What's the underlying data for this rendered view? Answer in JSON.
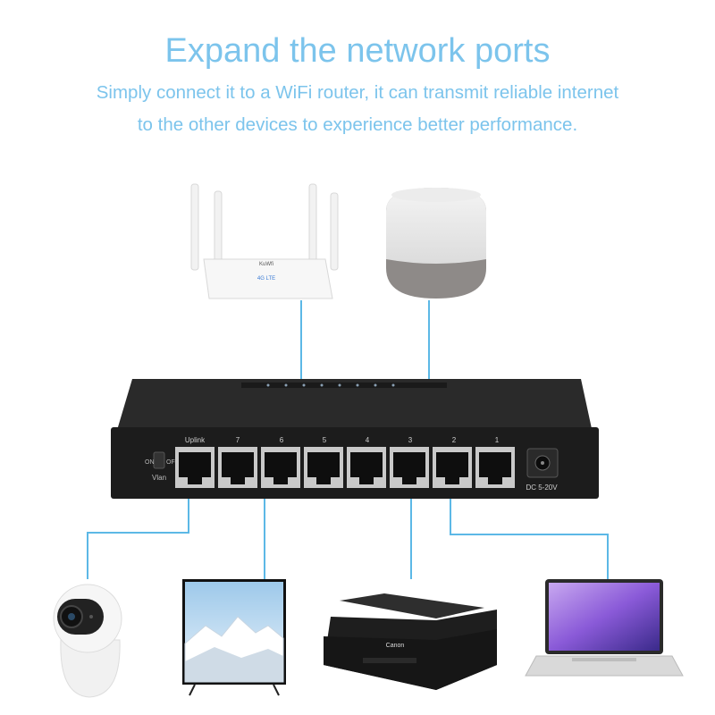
{
  "header": {
    "title": "Expand the network ports",
    "subtitle_line1": "Simply connect it to a WiFi router,  it can transmit reliable internet",
    "subtitle_line2": "to the other devices to experience better performance."
  },
  "switch": {
    "port_labels": [
      "Uplink",
      "7",
      "6",
      "5",
      "4",
      "3",
      "2",
      "1"
    ],
    "switch_on": "ON",
    "switch_off": "OFF",
    "vlan_label": "Vlan",
    "power_label": "DC 5-20V"
  },
  "router": {
    "brand": "KuWfi",
    "badge": "4G LTE"
  },
  "printer": {
    "brand": "Canon"
  },
  "colors": {
    "accent": "#7cc4ec",
    "connector_line": "#5cb8e6",
    "switch_body": "#1c1c1c"
  }
}
